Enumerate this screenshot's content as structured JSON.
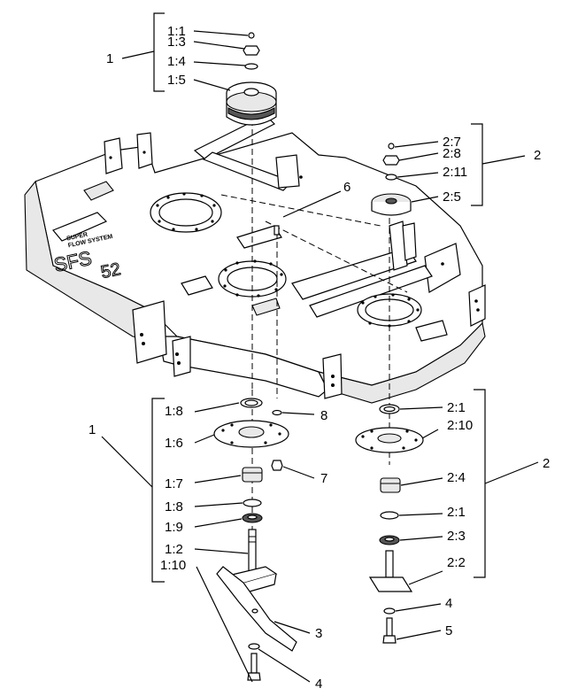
{
  "deck_decal": {
    "brand_line1": "SUPER",
    "brand_line2": "FLOW SYSTEM",
    "model_text": "SFS",
    "model_number": "52"
  },
  "callouts": {
    "top_left_group": [
      "1",
      "1:1",
      "1:3",
      "1:4",
      "1:5"
    ],
    "top_right_group": [
      "2",
      "2:7",
      "2:8",
      "2:11",
      "2:5"
    ],
    "deck_item": "6",
    "bottom_left_group": [
      "1",
      "1:8",
      "1:6",
      "1:7",
      "1:8",
      "1:9",
      "1:2",
      "1:10"
    ],
    "bottom_left_extras": [
      "8",
      "7",
      "3",
      "4"
    ],
    "bottom_right_group": [
      "2",
      "2:1",
      "2:10",
      "2:4",
      "2:1",
      "2:3",
      "2:2"
    ],
    "bottom_right_extras": [
      "4",
      "5"
    ]
  }
}
